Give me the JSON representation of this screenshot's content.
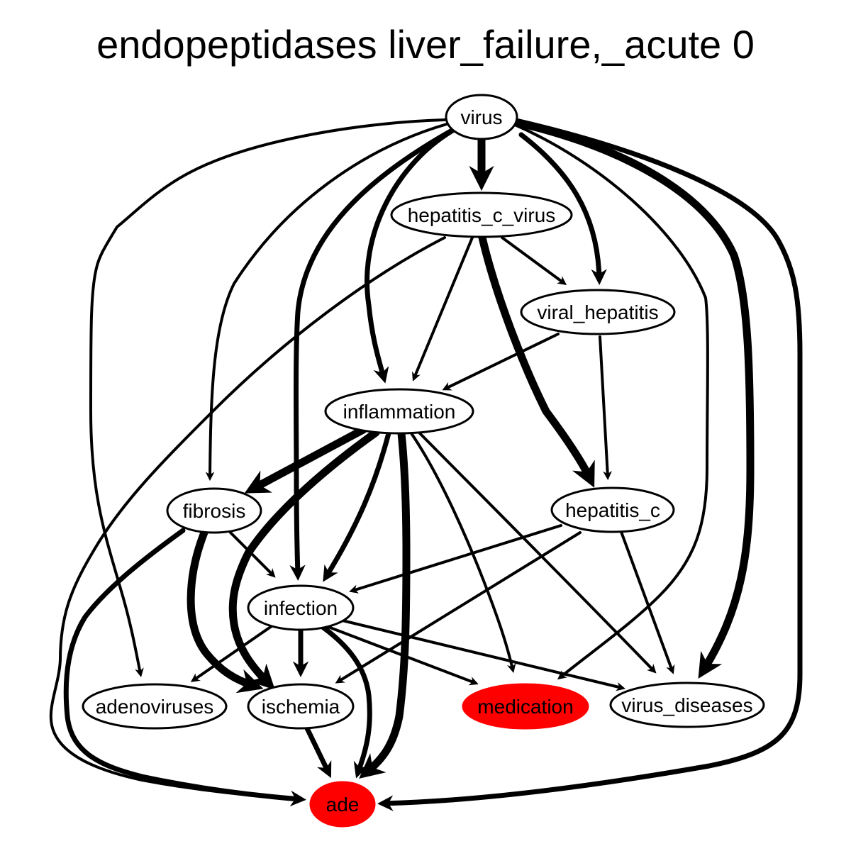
{
  "title": "endopeptidases liver_failure,_acute 0",
  "colors": {
    "highlight": "#ff0000",
    "default_fill": "#ffffff",
    "stroke": "#000000"
  },
  "nodes": [
    {
      "id": "virus",
      "label": "virus",
      "highlighted": false
    },
    {
      "id": "hepatitis_c_virus",
      "label": "hepatitis_c_virus",
      "highlighted": false
    },
    {
      "id": "viral_hepatitis",
      "label": "viral_hepatitis",
      "highlighted": false
    },
    {
      "id": "inflammation",
      "label": "inflammation",
      "highlighted": false
    },
    {
      "id": "fibrosis",
      "label": "fibrosis",
      "highlighted": false
    },
    {
      "id": "hepatitis_c",
      "label": "hepatitis_c",
      "highlighted": false
    },
    {
      "id": "infection",
      "label": "infection",
      "highlighted": false
    },
    {
      "id": "adenoviruses",
      "label": "adenoviruses",
      "highlighted": false
    },
    {
      "id": "ischemia",
      "label": "ischemia",
      "highlighted": false
    },
    {
      "id": "medication",
      "label": "medication",
      "highlighted": true
    },
    {
      "id": "virus_diseases",
      "label": "virus_diseases",
      "highlighted": false
    },
    {
      "id": "ade",
      "label": "ade",
      "highlighted": true
    }
  ],
  "edges": [
    {
      "from": "virus",
      "to": "hepatitis_c_virus",
      "weight": "heavy"
    },
    {
      "from": "virus",
      "to": "viral_hepatitis",
      "weight": "medium"
    },
    {
      "from": "virus",
      "to": "inflammation",
      "weight": "medium"
    },
    {
      "from": "virus",
      "to": "infection",
      "weight": "medium"
    },
    {
      "from": "virus",
      "to": "fibrosis",
      "weight": "light"
    },
    {
      "from": "virus",
      "to": "adenoviruses",
      "weight": "light"
    },
    {
      "from": "virus",
      "to": "medication",
      "weight": "light"
    },
    {
      "from": "virus",
      "to": "virus_diseases",
      "weight": "heavy"
    },
    {
      "from": "virus",
      "to": "ade",
      "weight": "medium"
    },
    {
      "from": "hepatitis_c_virus",
      "to": "viral_hepatitis",
      "weight": "light"
    },
    {
      "from": "hepatitis_c_virus",
      "to": "inflammation",
      "weight": "light"
    },
    {
      "from": "hepatitis_c_virus",
      "to": "hepatitis_c",
      "weight": "heavy"
    },
    {
      "from": "hepatitis_c_virus",
      "to": "ade",
      "weight": "light"
    },
    {
      "from": "viral_hepatitis",
      "to": "inflammation",
      "weight": "light"
    },
    {
      "from": "viral_hepatitis",
      "to": "hepatitis_c",
      "weight": "light"
    },
    {
      "from": "inflammation",
      "to": "fibrosis",
      "weight": "heavy"
    },
    {
      "from": "inflammation",
      "to": "infection",
      "weight": "medium"
    },
    {
      "from": "inflammation",
      "to": "ischemia",
      "weight": "heavy"
    },
    {
      "from": "inflammation",
      "to": "ade",
      "weight": "heavy"
    },
    {
      "from": "inflammation",
      "to": "medication",
      "weight": "light"
    },
    {
      "from": "inflammation",
      "to": "virus_diseases",
      "weight": "light"
    },
    {
      "from": "fibrosis",
      "to": "infection",
      "weight": "light"
    },
    {
      "from": "fibrosis",
      "to": "ischemia",
      "weight": "heavy"
    },
    {
      "from": "fibrosis",
      "to": "ade",
      "weight": "medium"
    },
    {
      "from": "hepatitis_c",
      "to": "infection",
      "weight": "light"
    },
    {
      "from": "hepatitis_c",
      "to": "ischemia",
      "weight": "light"
    },
    {
      "from": "hepatitis_c",
      "to": "virus_diseases",
      "weight": "light"
    },
    {
      "from": "infection",
      "to": "adenoviruses",
      "weight": "light"
    },
    {
      "from": "infection",
      "to": "ischemia",
      "weight": "medium"
    },
    {
      "from": "infection",
      "to": "medication",
      "weight": "light"
    },
    {
      "from": "infection",
      "to": "virus_diseases",
      "weight": "light"
    },
    {
      "from": "infection",
      "to": "ade",
      "weight": "medium"
    },
    {
      "from": "ischemia",
      "to": "ade",
      "weight": "medium"
    }
  ]
}
